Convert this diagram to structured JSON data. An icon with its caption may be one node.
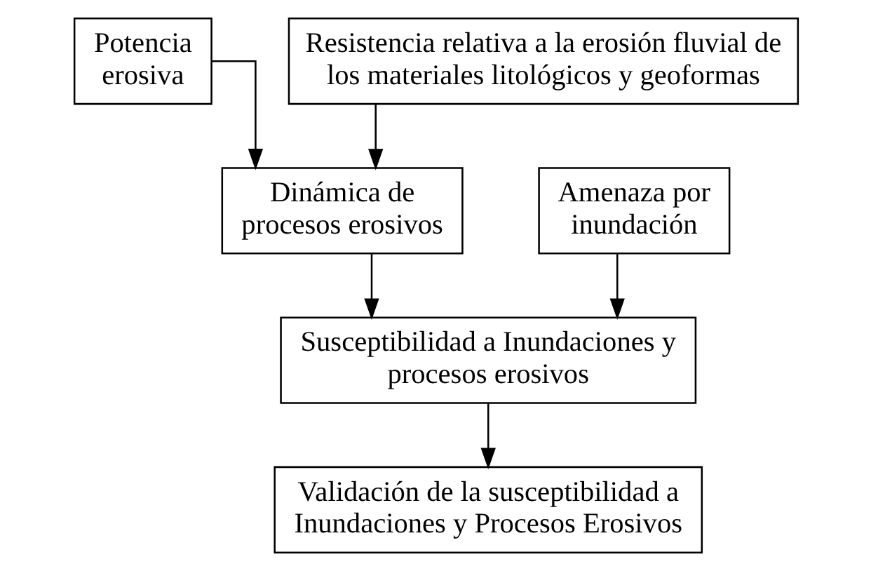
{
  "diagram": {
    "nodes": [
      {
        "text": [
          "Potencia erosiva"
        ]
      },
      {
        "text": [
          "Resistencia relativa a la erosión fluvial de los materiales litológicos y geoformas"
        ]
      },
      {
        "text": [
          "Dinámica de procesos erosivos"
        ]
      },
      {
        "text": [
          "Amenaza por inundación"
        ]
      },
      {
        "text": [
          "Susceptibilidad a Inundaciones y procesos erosivos"
        ]
      },
      {
        "text": [
          "Validación de la susceptibilidad a Inundaciones y Procesos Erosivos"
        ]
      }
    ],
    "edges": [
      {
        "from": 0,
        "to": 2,
        "arrow": "to"
      },
      {
        "from": 1,
        "to": 2,
        "arrow": "to"
      },
      {
        "from": 2,
        "to": 4,
        "arrow": "to"
      },
      {
        "from": 3,
        "to": 4,
        "arrow": "to"
      },
      {
        "from": 4,
        "to": 5,
        "arrow": "to"
      }
    ]
  }
}
